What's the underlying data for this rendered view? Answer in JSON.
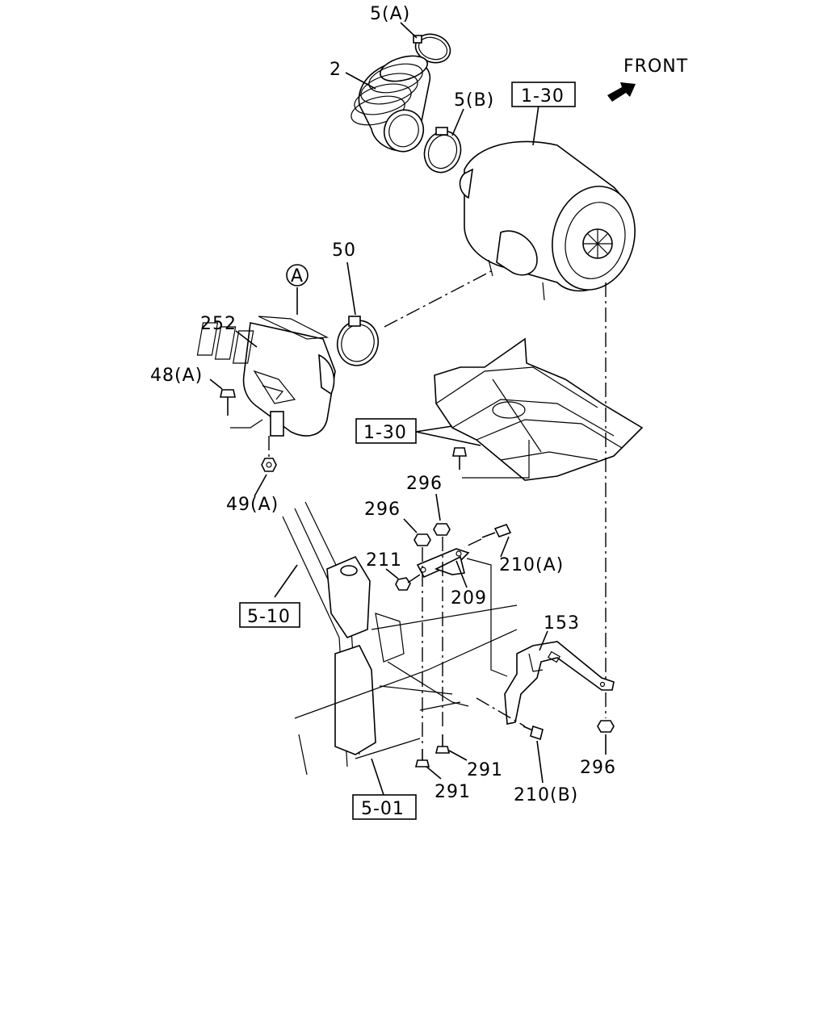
{
  "front_label": "FRONT",
  "callouts": {
    "c_5a": "5(A)",
    "c_2": "2",
    "c_5b": "5(B)",
    "c_50": "50",
    "c_a": "A",
    "c_252": "252",
    "c_48a": "48(A)",
    "c_49a": "49(A)",
    "c_296_top": "296",
    "c_296_mid": "296",
    "c_211": "211",
    "c_210a": "210(A)",
    "c_209": "209",
    "c_153": "153",
    "c_291_upper": "291",
    "c_291_lower": "291",
    "c_210b": "210(B)",
    "c_296_bottom": "296"
  },
  "refs": {
    "r_1_30_top": "1-30",
    "r_1_30_mid": "1-30",
    "r_5_10": "5-10",
    "r_5_01": "5-01"
  }
}
